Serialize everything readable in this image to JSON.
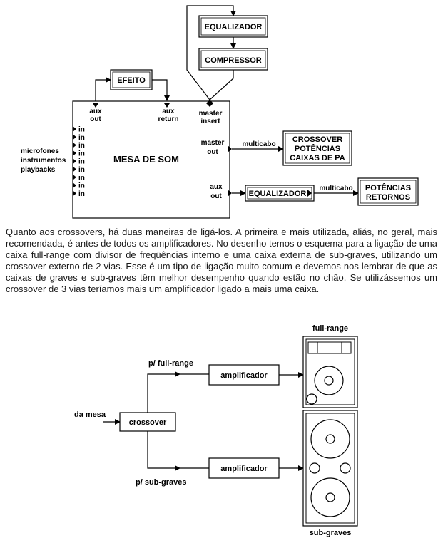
{
  "diagram1": {
    "mixer_title": "MESA DE SOM",
    "inputs_label": [
      "microfones",
      "instrumentos",
      "playbacks"
    ],
    "in_label": "in",
    "in_count": 9,
    "aux_out": [
      "aux",
      "out"
    ],
    "aux_return": [
      "aux",
      "return"
    ],
    "master_insert": [
      "master",
      "insert"
    ],
    "master_out": [
      "master",
      "out"
    ],
    "aux_out_right": [
      "aux",
      "out"
    ],
    "efeito": "EFEITO",
    "equalizador_top": "EQUALIZADOR",
    "compressor": "COMPRESSOR",
    "multicabo_1": "multicabo",
    "multicabo_2": "multicabo",
    "crossover_box": [
      "CROSSOVER",
      "POTÊNCIAS",
      "CAIXAS DE PA"
    ],
    "equalizador_bottom": "EQUALIZADOR",
    "retornos_box": [
      "POTÊNCIAS",
      "RETORNOS"
    ]
  },
  "paragraph": "Quanto aos crossovers, há duas maneiras de ligá-los. A primeira e mais utilizada, aliás, no geral, mais recomendada, é antes de todos os amplificadores. No desenho temos o esquema para a ligação de uma caixa full-range com divisor de freqüências interno e uma caixa externa de sub-graves, utilizando um crossover externo de 2 vias. Esse é um tipo de ligação muito comum e devemos nos lembrar de que as caixas de graves e sub-graves têm melhor desempenho quando estão no chão. Se utilizássemos um crossover de 3 vias teríamos mais um amplificador ligado a mais uma caixa.",
  "diagram2": {
    "da_mesa": "da mesa",
    "crossover": "crossover",
    "p_full_range": "p/ full-range",
    "p_sub_graves": "p/ sub-graves",
    "amplificador_top": "amplificador",
    "amplificador_bottom": "amplificador",
    "full_range": "full-range",
    "sub_graves": "sub-graves"
  }
}
